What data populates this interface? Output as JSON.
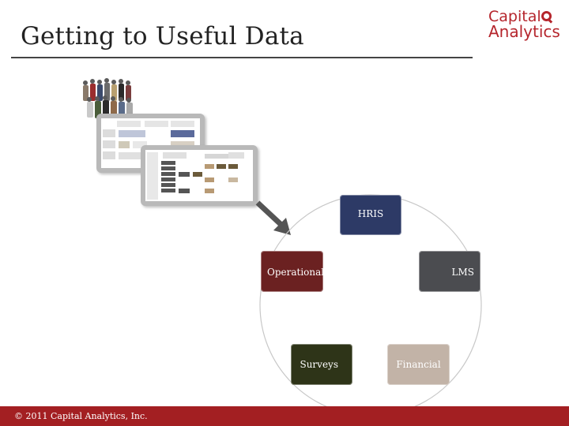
{
  "slide": {
    "title": "Getting to Useful Data",
    "logo": {
      "line1": "Capital",
      "line2": "Analytics",
      "color": "#b5252c"
    },
    "cycle_nodes": {
      "hris": "HRIS",
      "operational": "Operational",
      "lms": "LMS",
      "surveys": "Surveys",
      "financial": "Financial"
    },
    "footer": "© 2011 Capital Analytics, Inc.",
    "colors": {
      "hris": "#2d3a66",
      "operational": "#6b2121",
      "lms": "#4b4c50",
      "surveys": "#2e3418",
      "financial": "#c2b3a7",
      "footer_bar": "#a31f22"
    }
  }
}
